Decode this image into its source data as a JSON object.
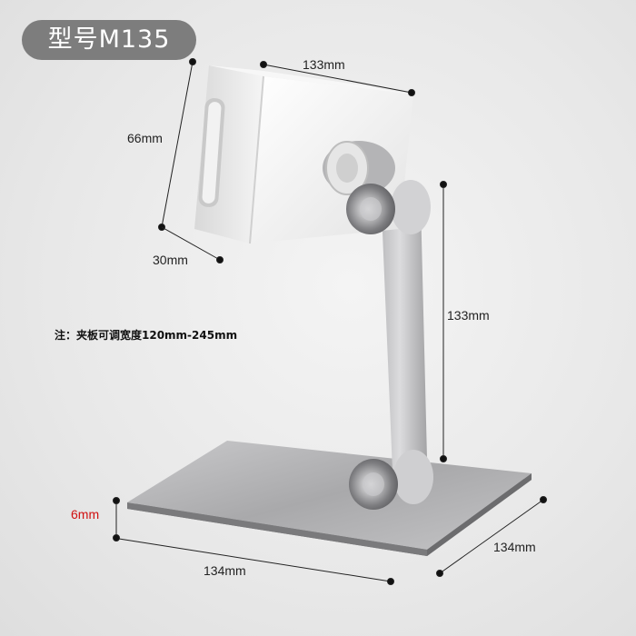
{
  "model": {
    "label": "型号M135"
  },
  "dimensions": {
    "holder_width": "133mm",
    "holder_height": "66mm",
    "holder_depth": "30mm",
    "arm_height": "133mm",
    "base_thickness": "6mm",
    "base_width": "134mm",
    "base_depth": "134mm"
  },
  "note": {
    "text": "注：夹板可调宽度120mm-245mm"
  },
  "colors": {
    "accent_red": "#d01010",
    "badge_gray": "#7d7d7d"
  }
}
